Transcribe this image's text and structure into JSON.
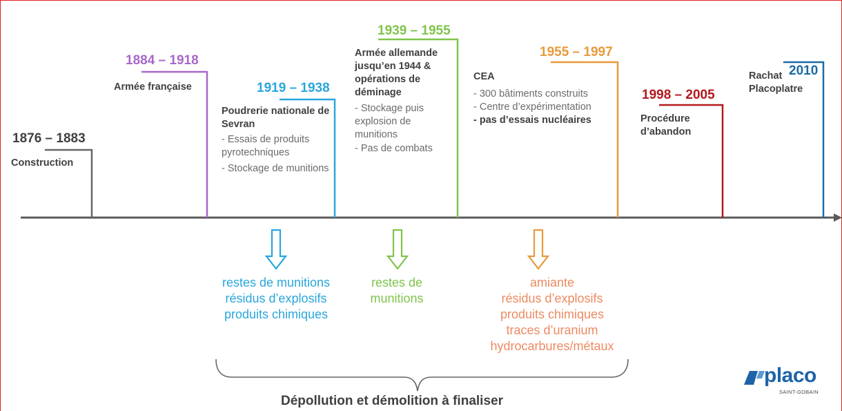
{
  "colors": {
    "gray": "#666666",
    "purple": "#a868c8",
    "blue": "#2aa6dc",
    "green": "#7fc44c",
    "orange": "#e89a3a",
    "salmon": "#ec8a62",
    "red": "#b3181c",
    "navy": "#1b6aa6",
    "frame": "#e0201c",
    "axis": "#5a5a5a"
  },
  "periods": [
    {
      "years": "1876 – 1883",
      "title": "Construction",
      "items": []
    },
    {
      "years": "1884 – 1918",
      "title": "Armée française",
      "items": []
    },
    {
      "years": "1919 – 1938",
      "title": "Poudrerie nationale de Sevran",
      "items": [
        "- Essais de produits pyrotechniques",
        "- Stockage de munitions"
      ]
    },
    {
      "years": "1939 – 1955",
      "title": "Armée allemande jusqu’en 1944 & opérations de déminage",
      "items": [
        "- Stockage puis explosion de munitions",
        "- Pas de combats"
      ]
    },
    {
      "years": "1955 – 1997",
      "title": "CEA",
      "items": [
        "- 300 bâtiments construits",
        "- Centre d’expérimentation"
      ],
      "highlight": "- pas d’essais nucléaires"
    },
    {
      "years": "1998 – 2005",
      "title": "Procédure d’abandon",
      "items": []
    },
    {
      "years": "2010",
      "title": "Rachat Placoplatre",
      "items": []
    }
  ],
  "residues": [
    {
      "lines": [
        "restes de munitions",
        "résidus d’explosifs",
        "produits chimiques"
      ]
    },
    {
      "lines": [
        "restes de",
        "munitions"
      ]
    },
    {
      "lines": [
        "amiante",
        "résidus d’explosifs",
        "produits chimiques",
        "traces d’uranium",
        "hydrocarbures/métaux"
      ]
    }
  ],
  "footer": "Dépollution et démolition à finaliser",
  "logo": {
    "name": "placo",
    "sub": "SAINT-GOBAIN"
  }
}
